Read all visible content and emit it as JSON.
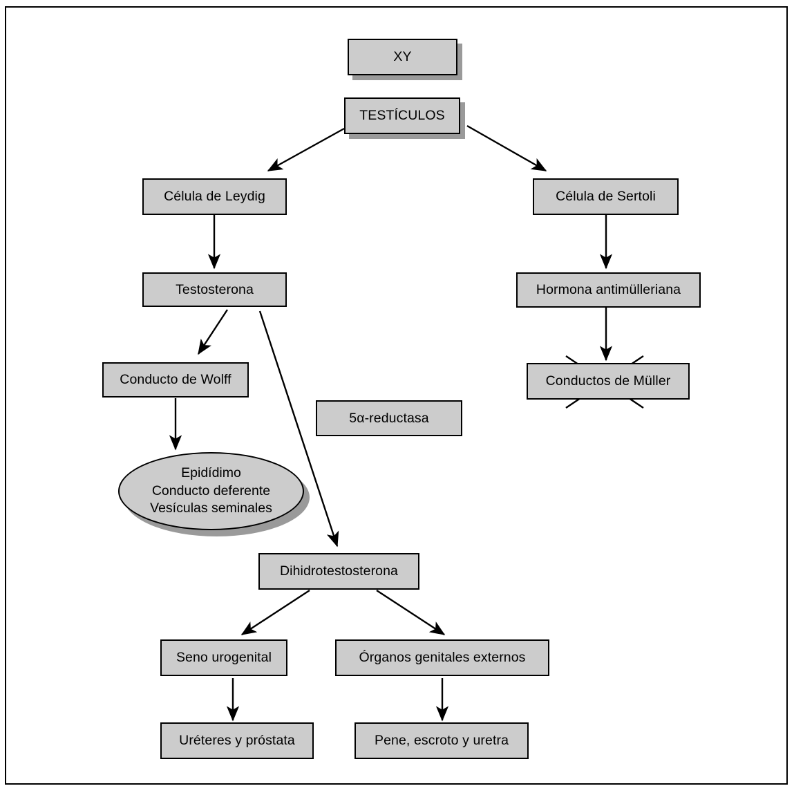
{
  "diagram": {
    "title_text": "",
    "palette": {
      "node_fill": "#cccccc",
      "node_border": "#000000",
      "shadow": "#9a9a9a",
      "frame": "#000000",
      "background": "#ffffff",
      "edge": "#000000"
    },
    "nodes": {
      "karyotype": {
        "label": "XY"
      },
      "testicles": {
        "label": "TESTÍCULOS"
      },
      "leydig": {
        "label": "Célula de Leydig"
      },
      "sertoli": {
        "label": "Célula de Sertoli"
      },
      "testosterone": {
        "label": "Testosterona"
      },
      "amh": {
        "label": "Hormona antimülleriana"
      },
      "wolff": {
        "label": "Conducto de Wolff"
      },
      "muller": {
        "label": "Conductos de Müller"
      },
      "reductase": {
        "label": "5α-reductasa"
      },
      "wolff_derivatives": {
        "lines": [
          "Epidídimo",
          "Conducto deferente",
          "Vesículas seminales"
        ]
      },
      "dht": {
        "label": "Dihidrotestosterona"
      },
      "urogenital_sinus": {
        "label": "Seno urogenital"
      },
      "external_genitalia": {
        "label": "Órganos genitales externos"
      },
      "ureters_prostate": {
        "label": "Uréteres y próstata"
      },
      "penis_scrotum_urethra": {
        "label": "Pene, escroto y uretra"
      }
    },
    "edges": [
      {
        "from": "testicles",
        "to": "leydig"
      },
      {
        "from": "testicles",
        "to": "sertoli"
      },
      {
        "from": "leydig",
        "to": "testosterone"
      },
      {
        "from": "sertoli",
        "to": "amh"
      },
      {
        "from": "testosterone",
        "to": "wolff"
      },
      {
        "from": "testosterone",
        "to": "dht"
      },
      {
        "from": "amh",
        "to": "muller"
      },
      {
        "from": "wolff",
        "to": "wolff_derivatives"
      },
      {
        "from": "dht",
        "to": "urogenital_sinus"
      },
      {
        "from": "dht",
        "to": "external_genitalia"
      },
      {
        "from": "urogenital_sinus",
        "to": "ureters_prostate"
      },
      {
        "from": "external_genitalia",
        "to": "penis_scrotum_urethra"
      }
    ],
    "annotations": [
      {
        "kind": "cross-out",
        "target": "muller",
        "meaning": "regression"
      }
    ]
  }
}
